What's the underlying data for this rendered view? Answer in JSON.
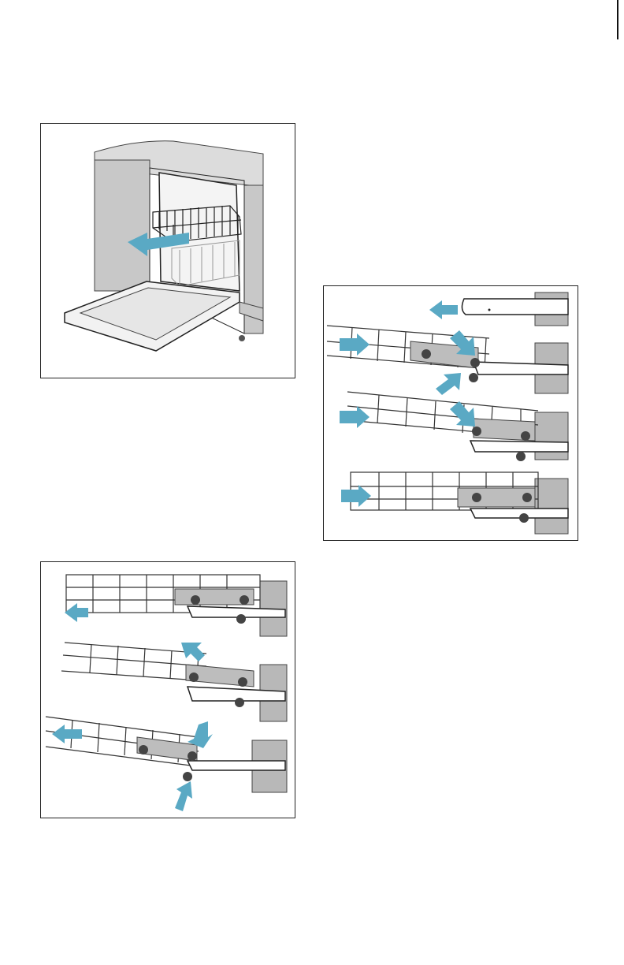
{
  "page": {
    "background": "#ffffff"
  },
  "colors": {
    "arrow": "#5aa9c4",
    "line": "#222222",
    "cabinet": "#c8c8c8",
    "countertop": "#dcdcdc",
    "bracket": "#bdbdbd",
    "wall": "#b8b8b8"
  },
  "figures": [
    {
      "id": "dishwasher-remove-rack",
      "icon": "arrow-pull-out-icon"
    },
    {
      "id": "rack-insert-sequence",
      "icon": "arrow-push-in-icon"
    },
    {
      "id": "rack-remove-sequence",
      "icon": "arrow-lift-icon"
    }
  ]
}
